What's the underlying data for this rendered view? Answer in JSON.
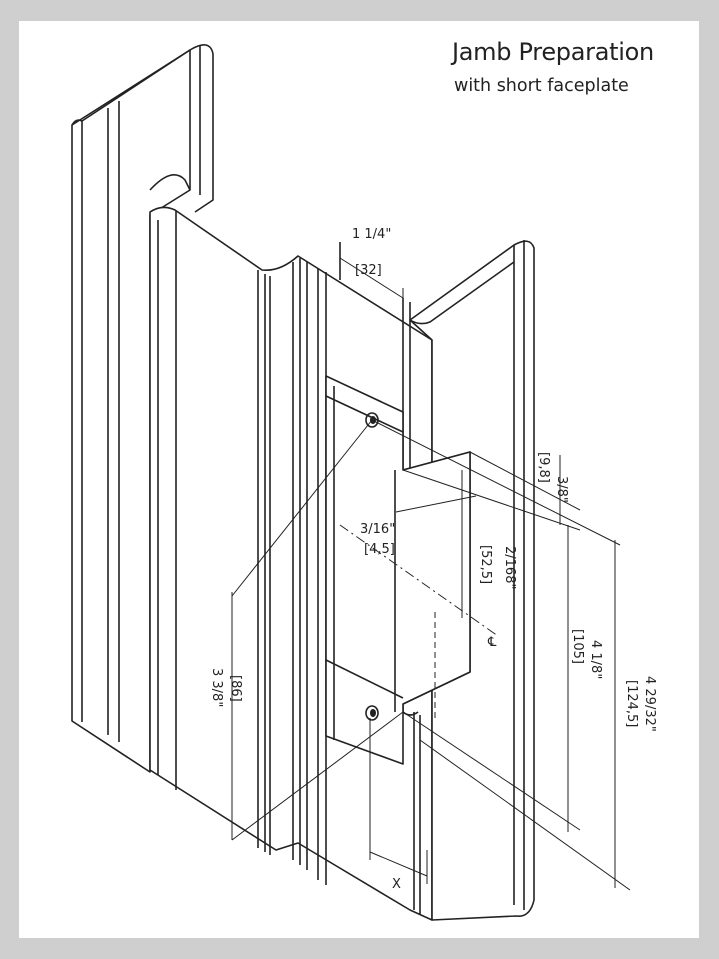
{
  "title": "Jamb Preparation",
  "subtitle": "with short faceplate",
  "dimensions": {
    "width_in": "1 1/4\"",
    "width_mm": "[32]",
    "top_offset_in": "3/8\"",
    "top_offset_mm": "[9,8]",
    "setback_in": "3/16\"",
    "setback_mm": "[4,5]",
    "half_height_in": "2/168\"",
    "half_height_mm": "[52,5]",
    "cutout_height_in": "4 1/8\"",
    "cutout_height_mm": "[105]",
    "faceplate_height_in": "4 29/32\"",
    "faceplate_height_mm": "[124,5]",
    "lower_in": "3 3/8\"",
    "lower_mm": "[86]",
    "centerline": "℄",
    "x_label": "X"
  }
}
